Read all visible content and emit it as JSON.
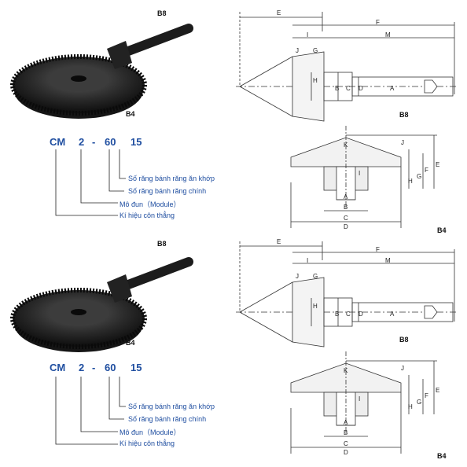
{
  "panels": [
    {
      "photo_labels": {
        "top": "B8",
        "bottom": "B4"
      },
      "code": {
        "prefix": "CM",
        "module": "2",
        "dash": "-",
        "teeth": "60",
        "mate": "15"
      },
      "captions": [
        "Số răng bánh răng ăn khớp",
        "Số răng bánh răng chính",
        "Mô đun（Module）",
        "Kí hiệu côn thẳng"
      ],
      "drawing_b8": {
        "label": "B8",
        "dims": {
          "E": "E",
          "F": "F",
          "I": "I",
          "M": "M",
          "J": "J",
          "G": "G",
          "H": "H",
          "B": "B",
          "C": "C",
          "D": "D",
          "A": "A"
        }
      },
      "drawing_b4": {
        "label": "B4",
        "dims": {
          "K": "K",
          "J": "J",
          "F": "F",
          "E": "E",
          "I": "I",
          "H": "H",
          "G": "G",
          "A": "A",
          "B": "B",
          "C": "C",
          "D": "D"
        }
      }
    },
    {
      "photo_labels": {
        "top": "B8",
        "bottom": "B4"
      },
      "code": {
        "prefix": "CM",
        "module": "2",
        "dash": "-",
        "teeth": "60",
        "mate": "15"
      },
      "captions": [
        "Số răng bánh răng ăn khớp",
        "Số răng bánh răng chính",
        "Mô đun（Module）",
        "Kí hiệu côn thẳng"
      ],
      "drawing_b8": {
        "label": "B8",
        "dims": {
          "E": "E",
          "F": "F",
          "I": "I",
          "M": "M",
          "J": "J",
          "G": "G",
          "H": "H",
          "B": "B",
          "C": "C",
          "D": "D",
          "A": "A"
        }
      },
      "drawing_b4": {
        "label": "B4",
        "dims": {
          "K": "K",
          "J": "J",
          "F": "F",
          "E": "E",
          "I": "I",
          "H": "H",
          "G": "G",
          "A": "A",
          "B": "B",
          "C": "C",
          "D": "D"
        }
      }
    }
  ]
}
